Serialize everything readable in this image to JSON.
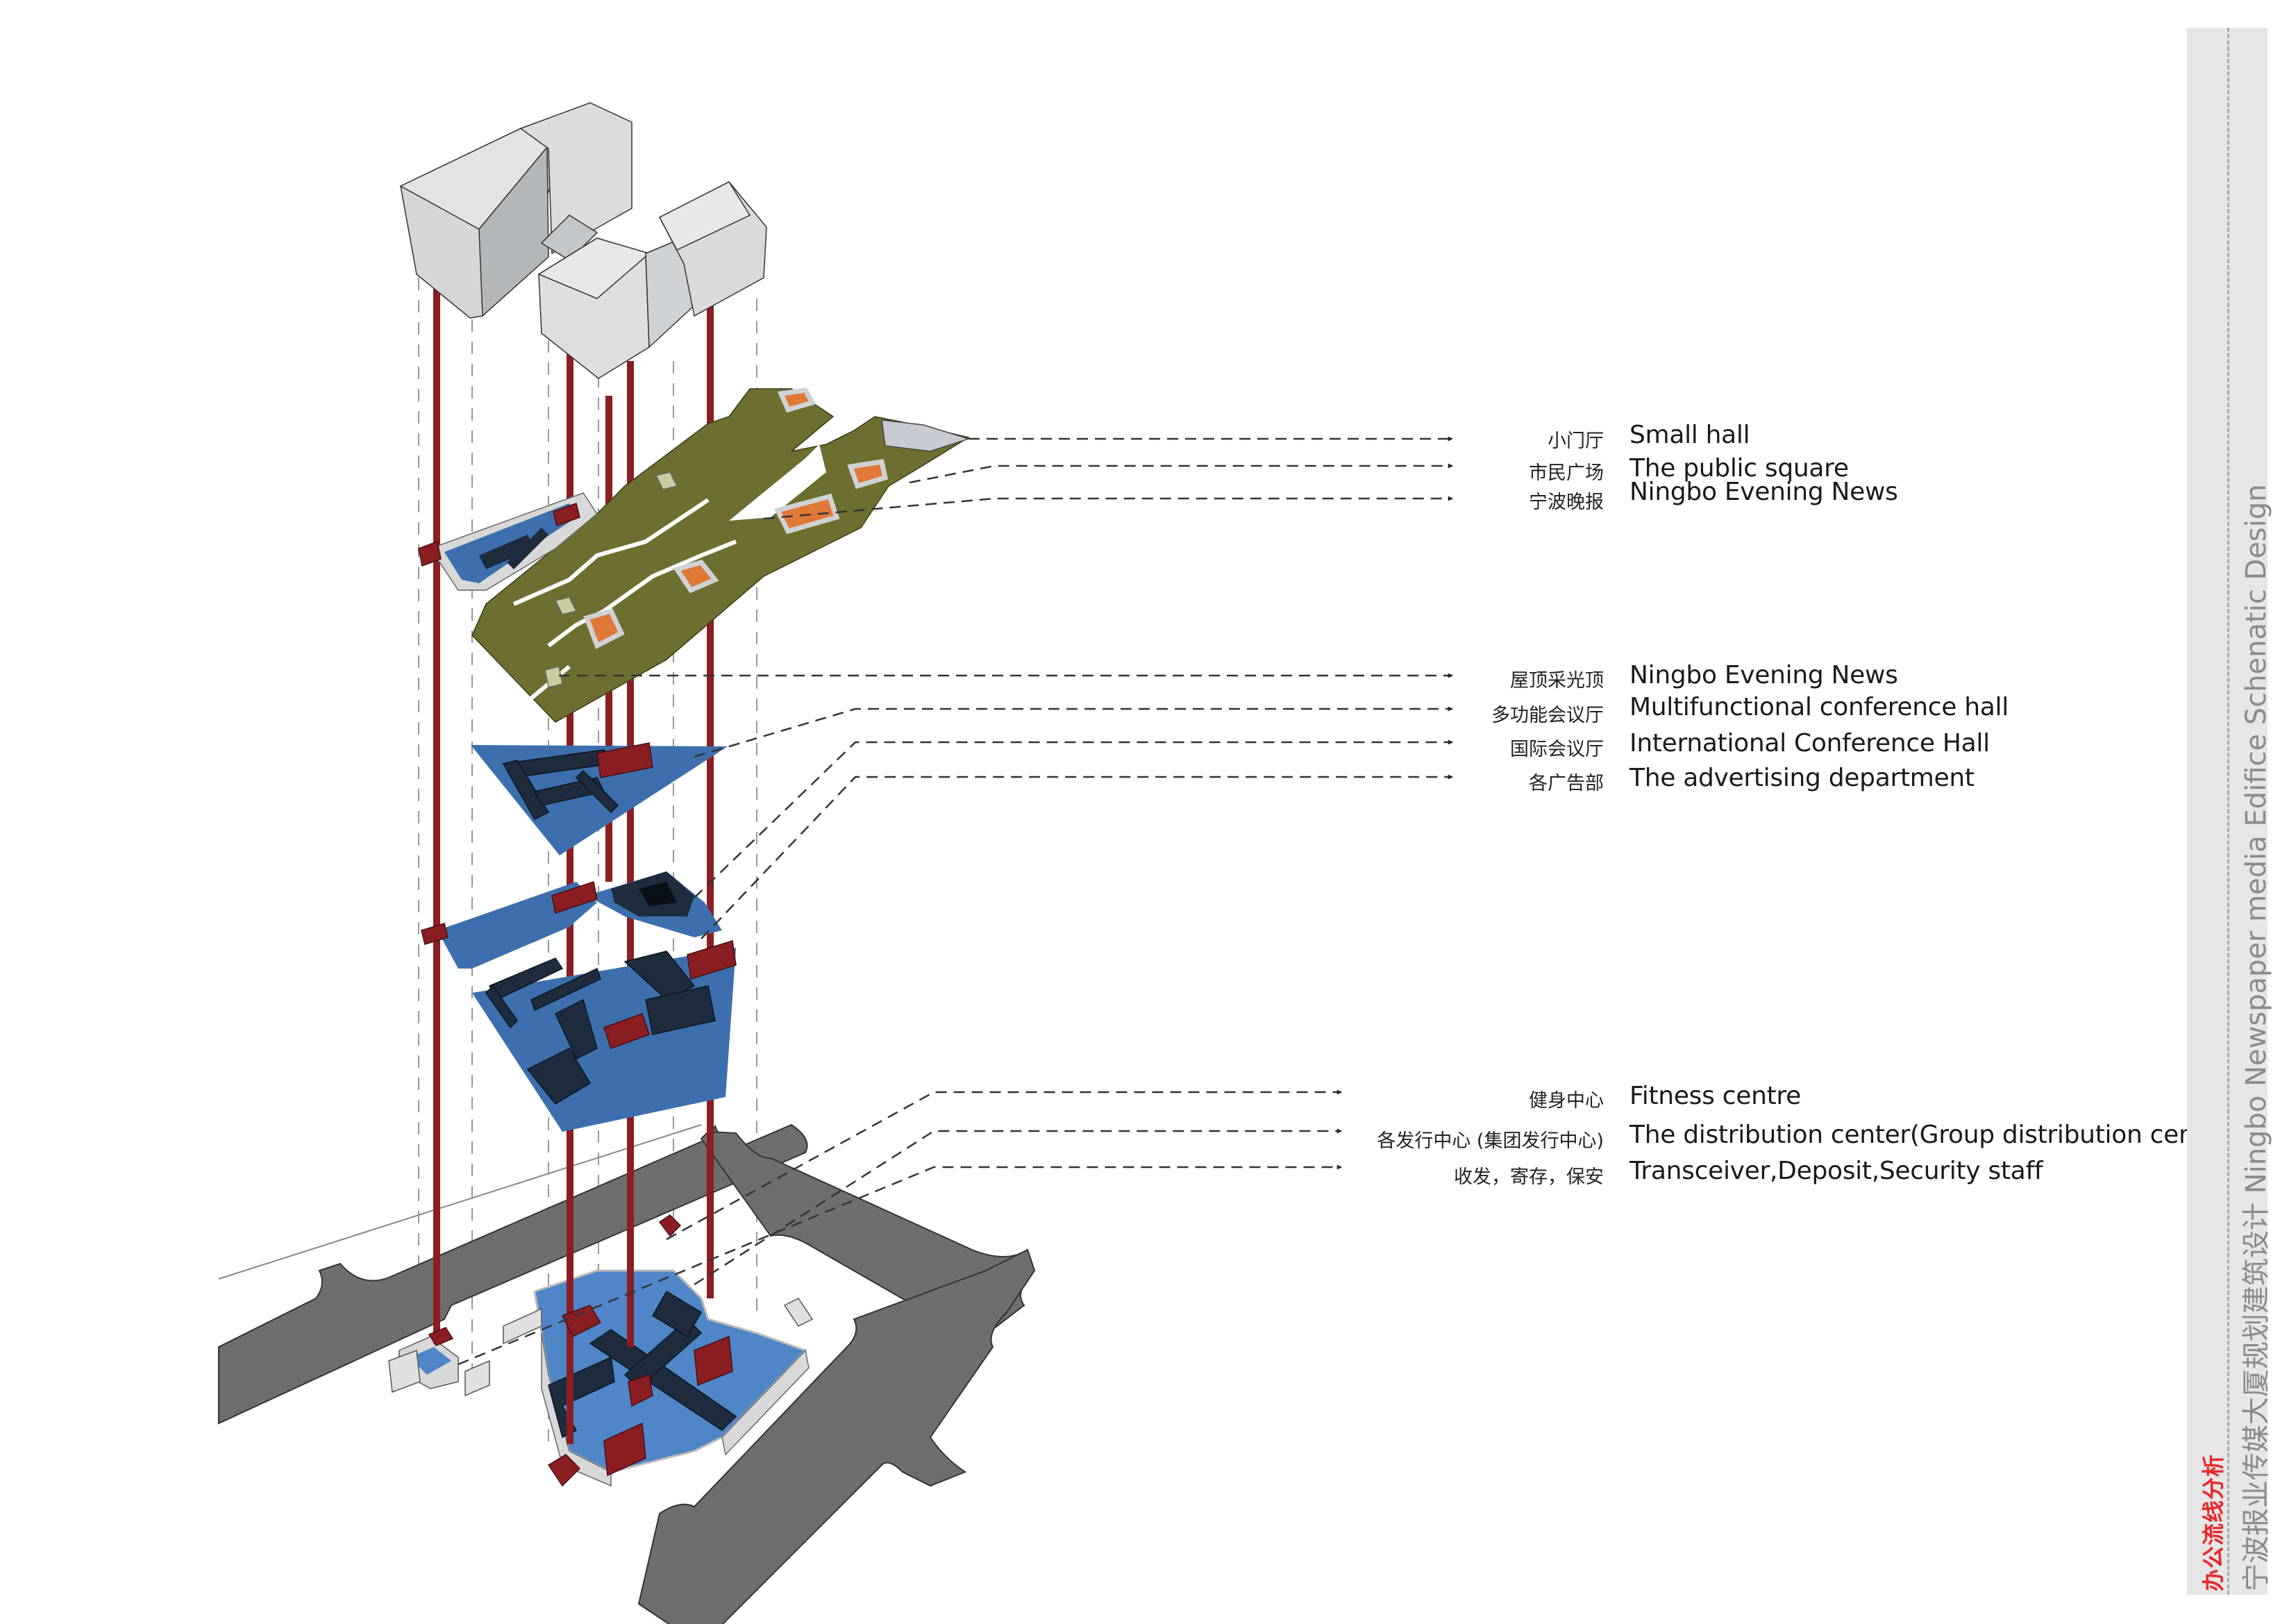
{
  "sidebar": {
    "title": "办公流线分析",
    "subtitle": "宁波报业传媒大厦规划建筑设计 Ningbo Newspaper media Edifice Schenatic Design"
  },
  "labels": {
    "top_group": [
      {
        "cn": "小门厅",
        "en": "Small hall"
      },
      {
        "cn": "市民广场",
        "en": "The public square"
      },
      {
        "cn": "宁波晚报",
        "en": "Ningbo Evening News"
      }
    ],
    "middle_group": [
      {
        "cn": "屋顶采光顶",
        "en": "Ningbo Evening News"
      },
      {
        "cn": "多功能会议厅",
        "en": "Multifunctional conference hall"
      },
      {
        "cn": "国际会议厅",
        "en": "International Conference Hall"
      },
      {
        "cn": "各广告部",
        "en": "The advertising department"
      }
    ],
    "bottom_group": [
      {
        "cn": "健身中心",
        "en": "Fitness centre"
      },
      {
        "cn": "各发行中心 (集团发行中心)",
        "en": "The distribution center(Group distribution center)"
      },
      {
        "cn": "收发，寄存，保安",
        "en": "Transceiver,Deposit,Security staff"
      }
    ]
  },
  "colors": {
    "roof_green": "#6e6e30",
    "skylight_orange": "#e07838",
    "floor_blue": "#3d6fae",
    "wall_dark": "#1e2c3e",
    "core_red": "#8b1e22",
    "road_grey": "#6e6e6e",
    "volume_grey": "#d6d8da",
    "sidebar_bg": "#e6e6e6",
    "title_red": "#e8282a"
  }
}
